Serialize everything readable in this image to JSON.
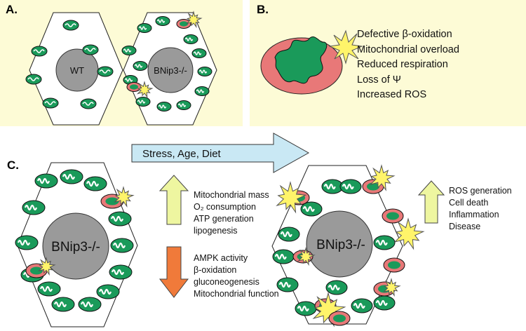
{
  "panels": {
    "a": {
      "label": "A.",
      "wt_label": "WT",
      "ko_label": "BNip3-/-"
    },
    "b": {
      "label": "B.",
      "features": [
        "Defective β-oxidation",
        "Mitochondrial overload",
        "Reduced respiration",
        "Loss of Ψ",
        "Increased ROS"
      ]
    },
    "c": {
      "label": "C.",
      "arrow_label": "Stress, Age, Diet",
      "cell_left_label": "BNip3-/-",
      "cell_right_label": "BNip3-/-",
      "up_list": [
        "Mitochondrial mass",
        "O₂ consumption",
        "ATP generation",
        "lipogenesis"
      ],
      "down_list": [
        "AMPK activity",
        "β-oxidation",
        "gluconeogenesis",
        "Mitochondrial function"
      ],
      "outcome_list": [
        "ROS generation",
        "Cell death",
        "Inflammation",
        "Disease"
      ]
    }
  },
  "colors": {
    "panel_bg": "#fdfbd6",
    "nucleus": "#9a9a9a",
    "mito_healthy": "#1a9a5a",
    "mito_damaged": "#e87878",
    "burst": "#fff46a",
    "process_arrow": "#c9e8f4",
    "up_arrow": "#eef6a0",
    "down_arrow": "#f07a3a"
  },
  "icons": [
    "mitochondrion-icon",
    "damaged-mitochondrion-icon",
    "ros-burst-icon",
    "up-arrow-icon",
    "down-arrow-icon",
    "right-arrow-icon"
  ]
}
